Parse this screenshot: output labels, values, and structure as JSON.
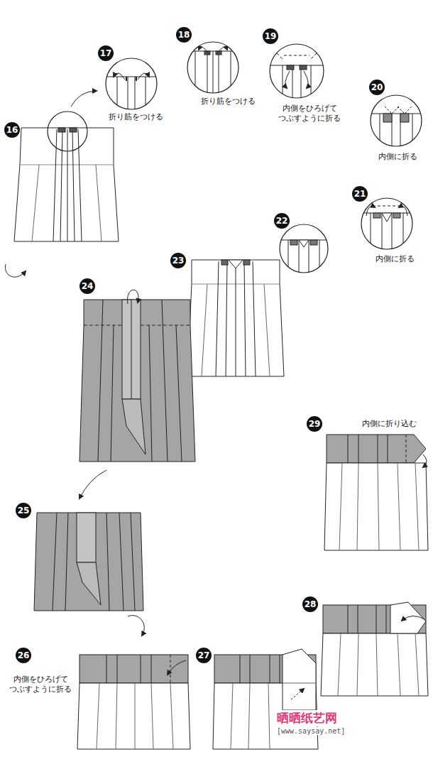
{
  "diagram": {
    "labels": [
      "17",
      "折り筋をつける",
      "18",
      "折り筋をつける",
      "19",
      "内側をひろげて つぶすように折る",
      "20",
      "内側に折る",
      "16",
      "21",
      "内側に折る",
      "22",
      "23",
      "24",
      "内側に折り込む",
      "29",
      "25",
      "28",
      "26",
      "内側をひろげて つぶすように折る",
      "27",
      "晒晒纸艺网",
      "[www.saysay.net]"
    ]
  }
}
